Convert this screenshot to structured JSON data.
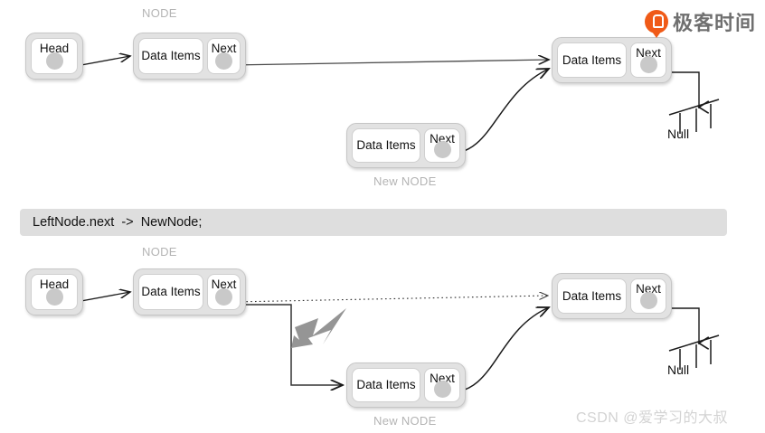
{
  "branding": {
    "logo_icon": "geektime-logo-icon",
    "logo_text": "极客时间",
    "logo_color": "#f05a17",
    "watermark": "CSDN @爱学习的大叔",
    "watermark_color": "#d3d3d3"
  },
  "code_bar": {
    "text": "LeftNode.next  ->  NewNode;",
    "background": "#dedede",
    "text_color": "#111111"
  },
  "labels": {
    "node": "NODE",
    "new_node": "New NODE",
    "null": "Null",
    "caption_color": "#b4b4b4"
  },
  "nodes": {
    "head_label": "Head",
    "data_label": "Data Items",
    "next_label": "Next",
    "box_fill": "#e2e2e2",
    "cell_fill": "#ffffff",
    "dot_fill": "#c9c9c9"
  },
  "diagram": {
    "top_panel": {
      "title": "before-insert-state",
      "caption_node": "NODE",
      "caption_new_node": "New NODE",
      "null_label": "Null",
      "nodes": [
        {
          "id": "head",
          "kind": "head",
          "label": "Head"
        },
        {
          "id": "left-node",
          "kind": "node",
          "data": "Data Items",
          "next": "Next",
          "caption": "NODE"
        },
        {
          "id": "new-node",
          "kind": "node",
          "data": "Data Items",
          "next": "Next",
          "caption": "New NODE"
        },
        {
          "id": "right-node",
          "kind": "node",
          "data": "Data Items",
          "next": "Next",
          "terminator": "Null"
        }
      ],
      "links": [
        {
          "from": "head",
          "to": "left-node",
          "style": "solid"
        },
        {
          "from": "left-node",
          "to": "right-node",
          "style": "solid"
        },
        {
          "from": "new-node",
          "to": "right-node",
          "style": "curve-solid"
        },
        {
          "from": "right-node",
          "to": "null",
          "style": "solid"
        }
      ]
    },
    "bottom_panel": {
      "title": "after-relink-state",
      "caption_node": "NODE",
      "caption_new_node": "New NODE",
      "null_label": "Null",
      "nodes": [
        {
          "id": "head2",
          "kind": "head",
          "label": "Head"
        },
        {
          "id": "left-node2",
          "kind": "node",
          "data": "Data Items",
          "next": "Next",
          "caption": "NODE"
        },
        {
          "id": "new-node2",
          "kind": "node",
          "data": "Data Items",
          "next": "Next",
          "caption": "New NODE"
        },
        {
          "id": "right-node2",
          "kind": "node",
          "data": "Data Items",
          "next": "Next",
          "terminator": "Null"
        }
      ],
      "links": [
        {
          "from": "head2",
          "to": "left-node2",
          "style": "solid"
        },
        {
          "from": "left-node2",
          "to": "right-node2",
          "style": "dotted"
        },
        {
          "from": "left-node2",
          "to": "new-node2",
          "style": "solid-orthogonal"
        },
        {
          "from": "new-node2",
          "to": "right-node2",
          "style": "curve-solid"
        },
        {
          "from": "right-node2",
          "to": "null2",
          "style": "solid"
        }
      ],
      "emphasis_arrow": {
        "name": "redirect-arrow",
        "color": "#8e8e8e",
        "direction": "down-left"
      }
    }
  }
}
